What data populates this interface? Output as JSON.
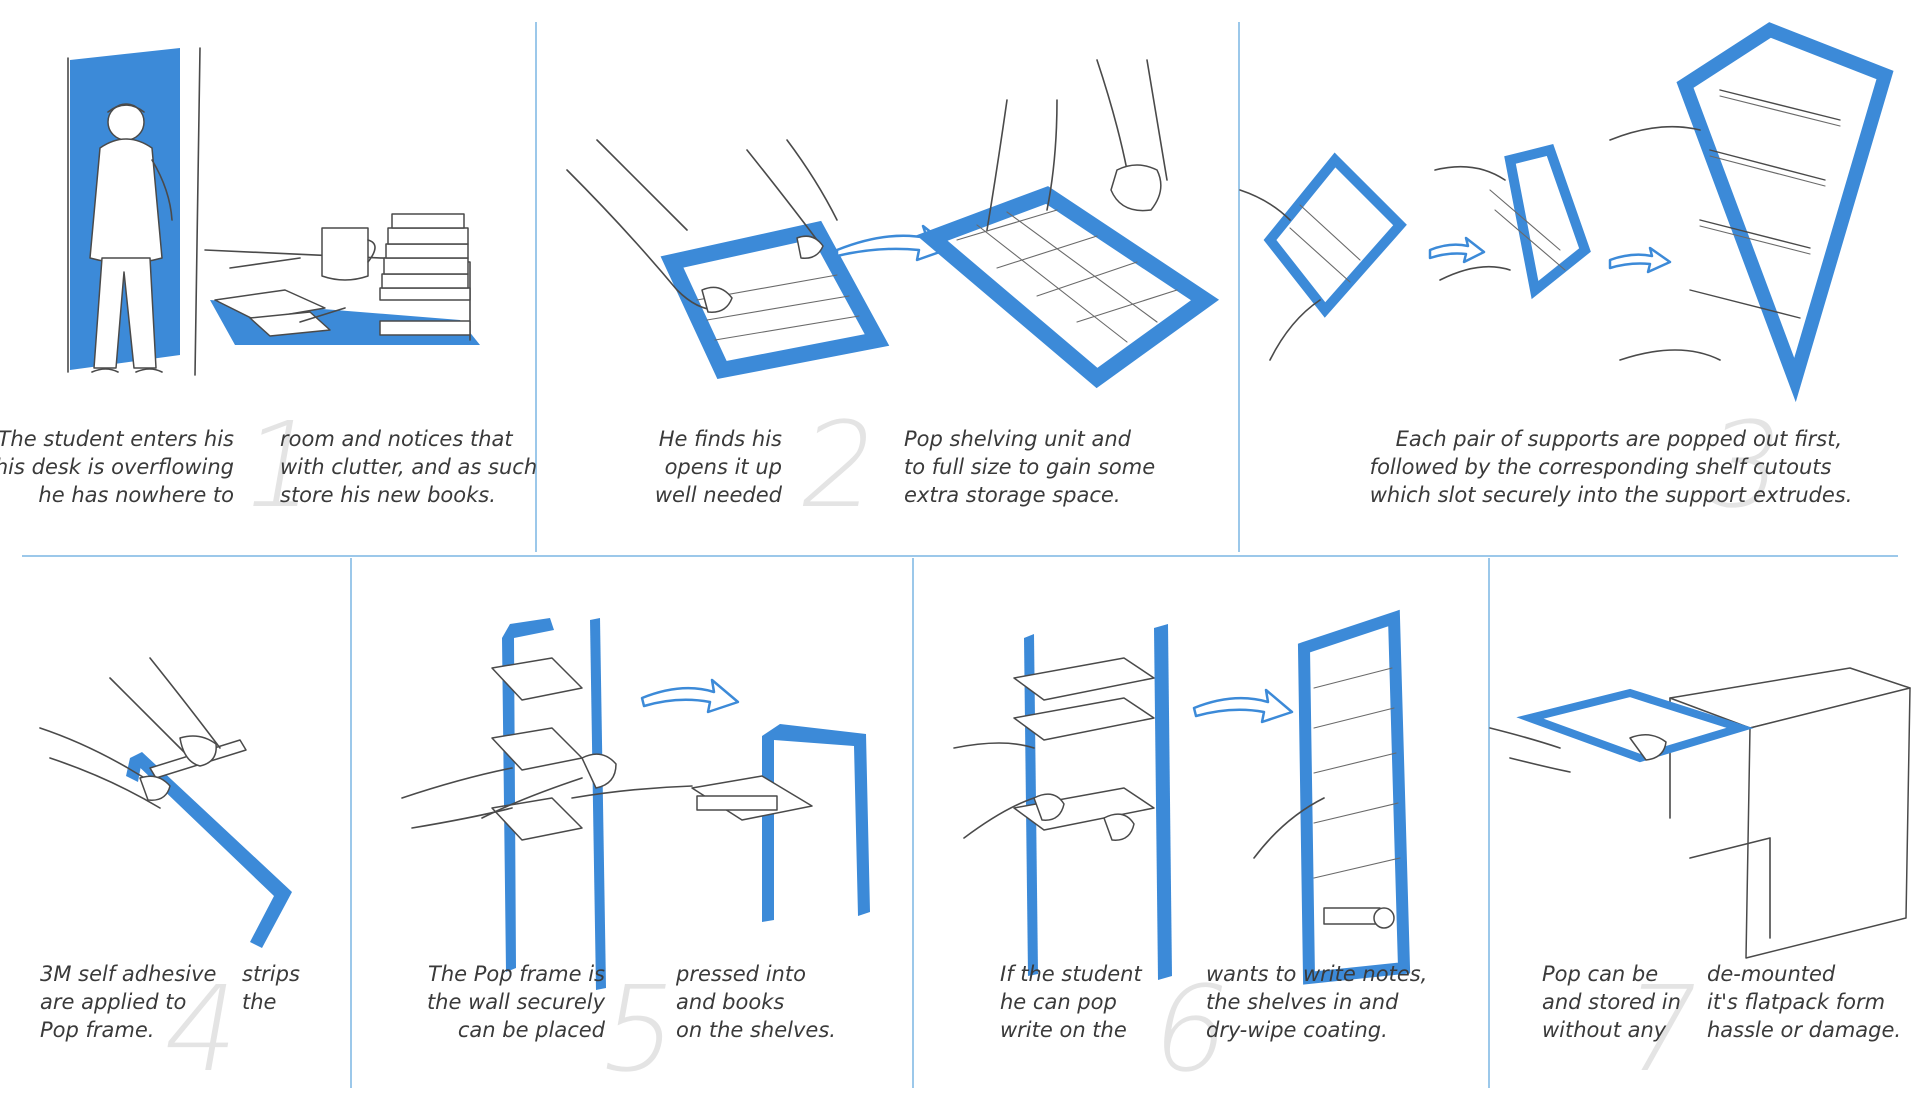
{
  "brand_color": "#3c8ad8",
  "divider_color": "#9cc8ea",
  "steps": [
    {
      "number": "1",
      "left": [
        "The student enters his",
        "his desk is overflowing",
        "he has nowhere to"
      ],
      "right": [
        "room and notices that",
        "with clutter, and as such",
        "store his new books."
      ]
    },
    {
      "number": "2",
      "left": [
        "He finds his",
        "opens it up",
        "well needed"
      ],
      "right": [
        "Pop shelving unit and",
        "to full size to gain some",
        "extra storage space."
      ]
    },
    {
      "number": "3",
      "left": [
        "Each pair of supports are popped",
        "followed by the corresponding shelf",
        "which slot securely into the support"
      ],
      "right": [
        "out first,",
        "cutouts",
        "extrudes."
      ]
    },
    {
      "number": "4",
      "left": [
        "3M self adhesive",
        "are applied to",
        "Pop frame."
      ],
      "right": [
        "strips",
        "the",
        ""
      ]
    },
    {
      "number": "5",
      "left": [
        "The Pop frame is",
        "the wall securely",
        "can be placed"
      ],
      "right": [
        "pressed into",
        "and books",
        "on the shelves."
      ]
    },
    {
      "number": "6",
      "left": [
        "If the student",
        "he can pop",
        "write on the"
      ],
      "right": [
        "wants to write notes,",
        "the shelves in and",
        "dry-wipe coating."
      ]
    },
    {
      "number": "7",
      "left": [
        "Pop can be",
        "and stored in",
        "without any"
      ],
      "right": [
        "de-mounted",
        "it's flatpack form",
        "hassle or damage."
      ]
    }
  ]
}
